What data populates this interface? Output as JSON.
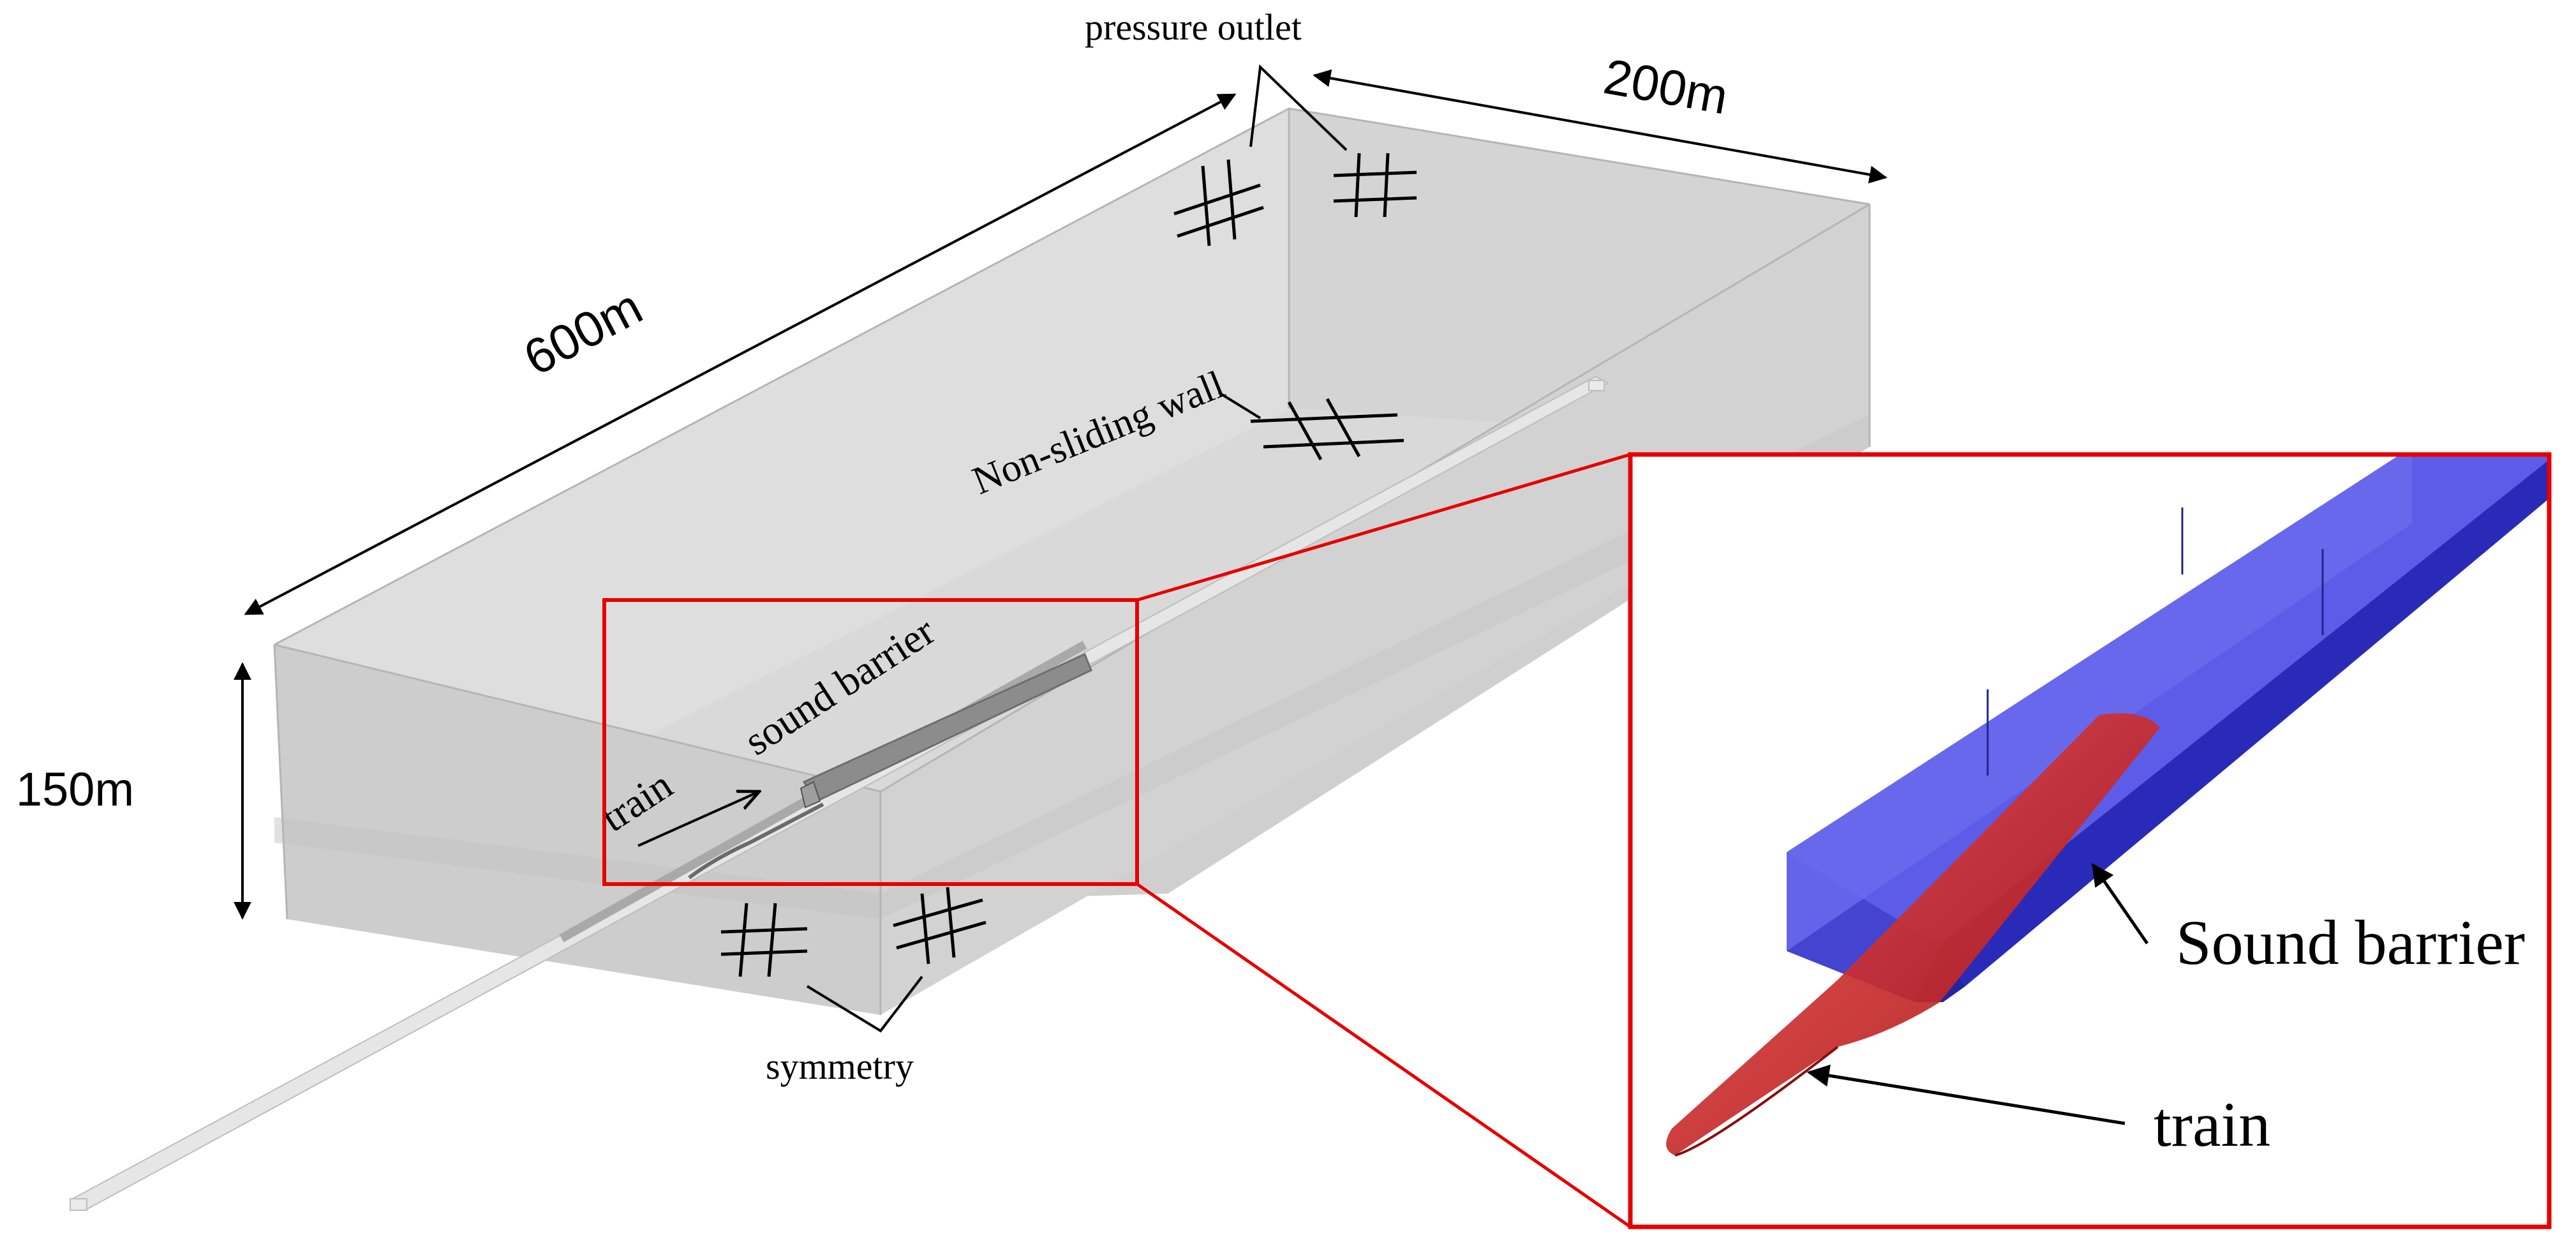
{
  "labels": {
    "pressure_outlet": "pressure outlet",
    "width": "200m",
    "length": "600m",
    "height": "150m",
    "wall": "Non-sliding wall",
    "sound_barrier_main": "sound barrier",
    "train_main": "train",
    "symmetry": "symmetry",
    "sound_barrier_inset": "Sound barrier",
    "train_inset": "train"
  },
  "colors": {
    "box_top": "#d6d6d6",
    "box_side": "#c7c7c7",
    "highlight": "#e60000",
    "barrier": "#3b3bd9",
    "train": "#d42020"
  }
}
